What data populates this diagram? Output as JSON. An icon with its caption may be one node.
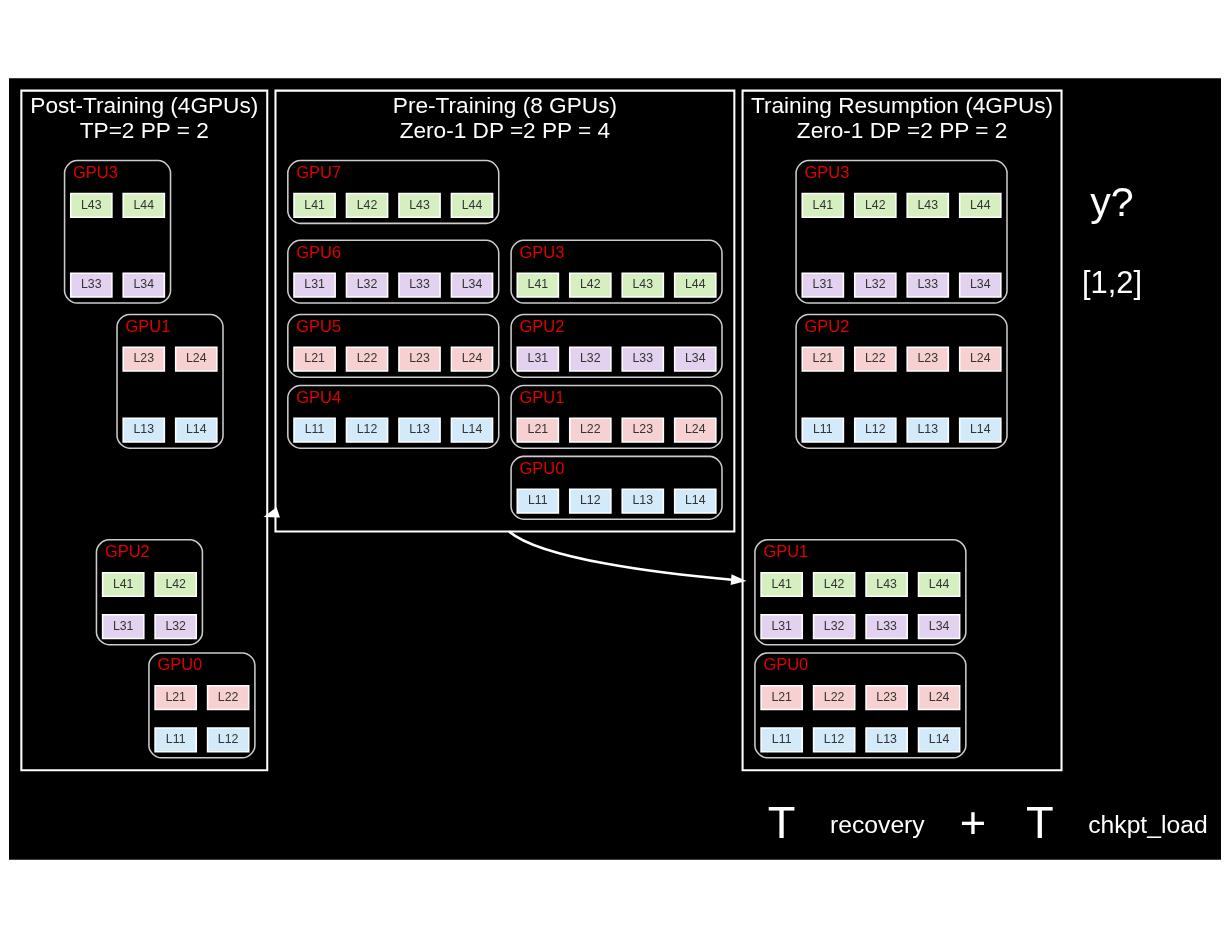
{
  "diagram": {
    "nodes": [
      {
        "text": [
          "Pre-Training (8 GPUs)",
          "Zero-1 DP =2 PP = 4"
        ]
      },
      {
        "text": [
          "GPU3"
        ],
        "in": 0
      },
      {
        "text": [
          "L41"
        ],
        "in": 1
      },
      {
        "text": [
          "L42"
        ],
        "in": 1
      },
      {
        "text": [
          "L43"
        ],
        "in": 1
      },
      {
        "text": [
          "L44"
        ],
        "in": 1
      },
      {
        "text": [
          "GPU7"
        ],
        "in": 0
      },
      {
        "text": [
          "L41"
        ],
        "in": 6
      },
      {
        "text": [
          "L42"
        ],
        "in": 6
      },
      {
        "text": [
          "L43"
        ],
        "in": 6
      },
      {
        "text": [
          "L44"
        ],
        "in": 6
      },
      {
        "text": [
          "GPU2"
        ],
        "in": 0
      },
      {
        "text": [
          "L31"
        ],
        "in": 11
      },
      {
        "text": [
          "L32"
        ],
        "in": 11
      },
      {
        "text": [
          "L33"
        ],
        "in": 11
      },
      {
        "text": [
          "L34"
        ],
        "in": 11
      },
      {
        "text": [
          "GPU6"
        ],
        "in": 0
      },
      {
        "text": [
          "L31"
        ],
        "in": 16
      },
      {
        "text": [
          "L32"
        ],
        "in": 16
      },
      {
        "text": [
          "L33"
        ],
        "in": 16
      },
      {
        "text": [
          "L34"
        ],
        "in": 16
      },
      {
        "text": [
          "GPU1"
        ],
        "in": 0
      },
      {
        "text": [
          "L21"
        ],
        "in": 21
      },
      {
        "text": [
          "L22"
        ],
        "in": 21
      },
      {
        "text": [
          "L23"
        ],
        "in": 21
      },
      {
        "text": [
          "L24"
        ],
        "in": 21
      },
      {
        "text": [
          "GPU5"
        ],
        "in": 0
      },
      {
        "text": [
          "L21"
        ],
        "in": 26
      },
      {
        "text": [
          "L22"
        ],
        "in": 26
      },
      {
        "text": [
          "L23"
        ],
        "in": 26
      },
      {
        "text": [
          "L24"
        ],
        "in": 26
      },
      {
        "text": [
          "GPU0"
        ],
        "in": 0
      },
      {
        "text": [
          "L11"
        ],
        "in": 31
      },
      {
        "text": [
          "L12"
        ],
        "in": 31
      },
      {
        "text": [
          "L13"
        ],
        "in": 31
      },
      {
        "text": [
          "L14"
        ],
        "in": 31
      },
      {
        "text": [
          "GPU4"
        ],
        "in": 0
      },
      {
        "text": [
          "L11"
        ],
        "in": 36
      },
      {
        "text": [
          "L12"
        ],
        "in": 36
      },
      {
        "text": [
          "L13"
        ],
        "in": 36
      },
      {
        "text": [
          "L14"
        ],
        "in": 36
      },
      {
        "text": [
          "Training Resumption (4GPUs)",
          "Zero-1 DP =2 PP = 2"
        ]
      },
      {
        "text": [
          "GPU1"
        ],
        "in": 41
      },
      {
        "text": [
          "L41"
        ],
        "in": 42
      },
      {
        "text": [
          "L42"
        ],
        "in": 42
      },
      {
        "text": [
          "L43"
        ],
        "in": 42
      },
      {
        "text": [
          "L44"
        ],
        "in": 42
      },
      {
        "text": [
          "L31"
        ],
        "in": 42
      },
      {
        "text": [
          "L32"
        ],
        "in": 42
      },
      {
        "text": [
          "L33"
        ],
        "in": 42
      },
      {
        "text": [
          "L34"
        ],
        "in": 42
      },
      {
        "text": [
          "GPU3"
        ],
        "in": 41
      },
      {
        "text": [
          "L41"
        ],
        "in": 51
      },
      {
        "text": [
          "L42"
        ],
        "in": 51
      },
      {
        "text": [
          "L43"
        ],
        "in": 51
      },
      {
        "text": [
          "L44"
        ],
        "in": 51
      },
      {
        "text": [
          "L31"
        ],
        "in": 51
      },
      {
        "text": [
          "L32"
        ],
        "in": 51
      },
      {
        "text": [
          "L33"
        ],
        "in": 51
      },
      {
        "text": [
          "L34"
        ],
        "in": 51
      },
      {
        "text": [
          "GPU0"
        ],
        "in": 41
      },
      {
        "text": [
          "L21"
        ],
        "in": 60
      },
      {
        "text": [
          "L22"
        ],
        "in": 60
      },
      {
        "text": [
          "L23"
        ],
        "in": 60
      },
      {
        "text": [
          "L24"
        ],
        "in": 60
      },
      {
        "text": [
          "L11"
        ],
        "in": 60
      },
      {
        "text": [
          "L12"
        ],
        "in": 60
      },
      {
        "text": [
          "L13"
        ],
        "in": 60
      },
      {
        "text": [
          "L14"
        ],
        "in": 60
      },
      {
        "text": [
          "GPU2"
        ],
        "in": 41
      },
      {
        "text": [
          "L21"
        ],
        "in": 69
      },
      {
        "text": [
          "L22"
        ],
        "in": 69
      },
      {
        "text": [
          "L23"
        ],
        "in": 69
      },
      {
        "text": [
          "L24"
        ],
        "in": 69
      },
      {
        "text": [
          "L11"
        ],
        "in": 69
      },
      {
        "text": [
          "L12"
        ],
        "in": 69
      },
      {
        "text": [
          "L13"
        ],
        "in": 69
      },
      {
        "text": [
          "L14"
        ],
        "in": 69
      },
      {
        "text": [
          "Post-Training (4GPUs)",
          "TP=2 PP = 2"
        ]
      },
      {
        "text": [
          "GPU2"
        ],
        "in": 78
      },
      {
        "text": [
          "L41"
        ],
        "in": 79
      },
      {
        "text": [
          "L42"
        ],
        "in": 79
      },
      {
        "text": [
          "L31"
        ],
        "in": 79
      },
      {
        "text": [
          "L32"
        ],
        "in": 79
      },
      {
        "text": [
          "GPU3"
        ],
        "in": 78
      },
      {
        "text": [
          "L43"
        ],
        "in": 84
      },
      {
        "text": [
          "L44"
        ],
        "in": 84
      },
      {
        "text": [
          "L33"
        ],
        "in": 84
      },
      {
        "text": [
          "L34"
        ],
        "in": 84
      },
      {
        "text": [
          "GPU0"
        ],
        "in": 78
      },
      {
        "text": [
          "L21"
        ],
        "in": 89
      },
      {
        "text": [
          "L22"
        ],
        "in": 89
      },
      {
        "text": [
          "L11"
        ],
        "in": 89
      },
      {
        "text": [
          "L12"
        ],
        "in": 89
      },
      {
        "text": [
          "GPU1"
        ],
        "in": 78
      },
      {
        "text": [
          "L23"
        ],
        "in": 94
      },
      {
        "text": [
          "L24"
        ],
        "in": 94
      },
      {
        "text": [
          "L13"
        ],
        "in": 94
      },
      {
        "text": [
          "L14"
        ],
        "in": 94
      }
    ],
    "edges": [
      {
        "from": 0,
        "to": 41,
        "arrow": "to"
      },
      {
        "from": 0,
        "to": 78,
        "arrow": "to"
      }
    ],
    "labels": [
      "y?",
      "[1,2]",
      "T",
      "recovery",
      "+",
      "T",
      "chkpt_load"
    ]
  }
}
